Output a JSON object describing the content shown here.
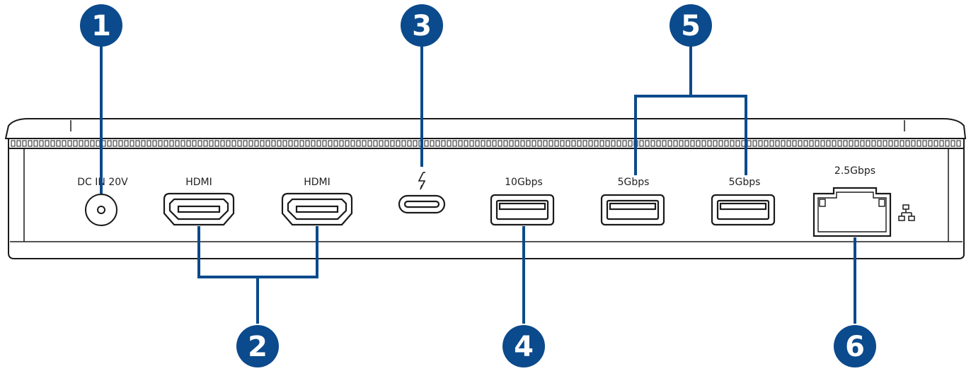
{
  "colors": {
    "callout": "#0b4a8c",
    "outline": "#1a1a1a",
    "background": "#ffffff"
  },
  "ports": {
    "dc_in": "DC IN 20V",
    "hdmi_1": "HDMI",
    "hdmi_2": "HDMI",
    "thunderbolt_icon": "lightning-bolt-icon",
    "usb_10g": "10Gbps",
    "usb_5g_1": "5Gbps",
    "usb_5g_2": "5Gbps",
    "lan": "2.5Gbps",
    "lan_icon": "network-icon"
  },
  "callouts": [
    "1",
    "2",
    "3",
    "4",
    "5",
    "6"
  ]
}
